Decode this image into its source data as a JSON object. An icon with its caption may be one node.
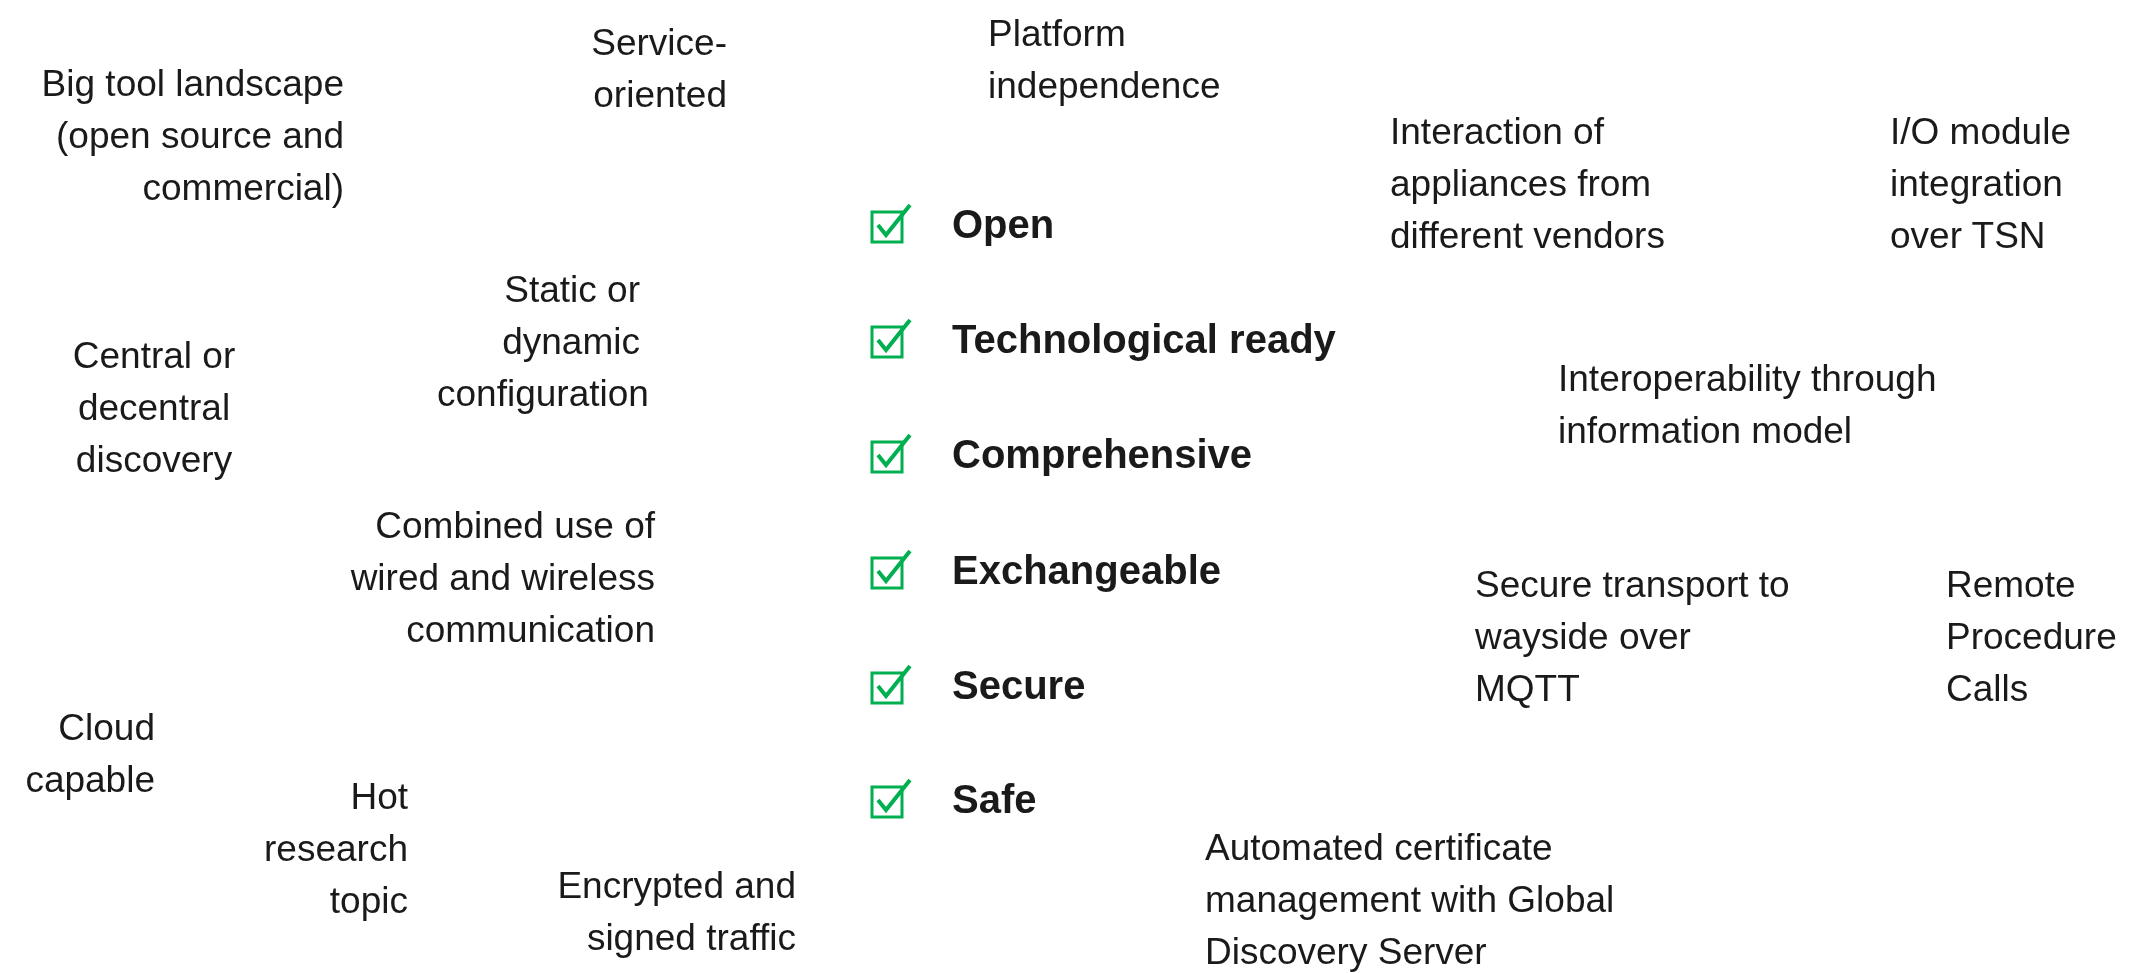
{
  "diagram": {
    "labels": [
      "Service- oriented",
      "Platform independence",
      "Big tool landscape (open source and commercial)",
      "Interaction of appliances from different vendors",
      "I/O module integration over TSN",
      "Open",
      "Static or dynamic configuration",
      "Central or decentral discovery",
      "Technological ready",
      "Interoperability through information model",
      "Comprehensive",
      "Combined use of wired and wireless communication",
      "Exchangeable",
      "Secure transport to wayside over MQTT",
      "Remote Procedure Calls",
      "Secure",
      "Cloud capable",
      "Hot research topic",
      "Safe",
      "Automated certificate management with Global Discovery Server",
      "Encrypted and signed traffic"
    ]
  }
}
